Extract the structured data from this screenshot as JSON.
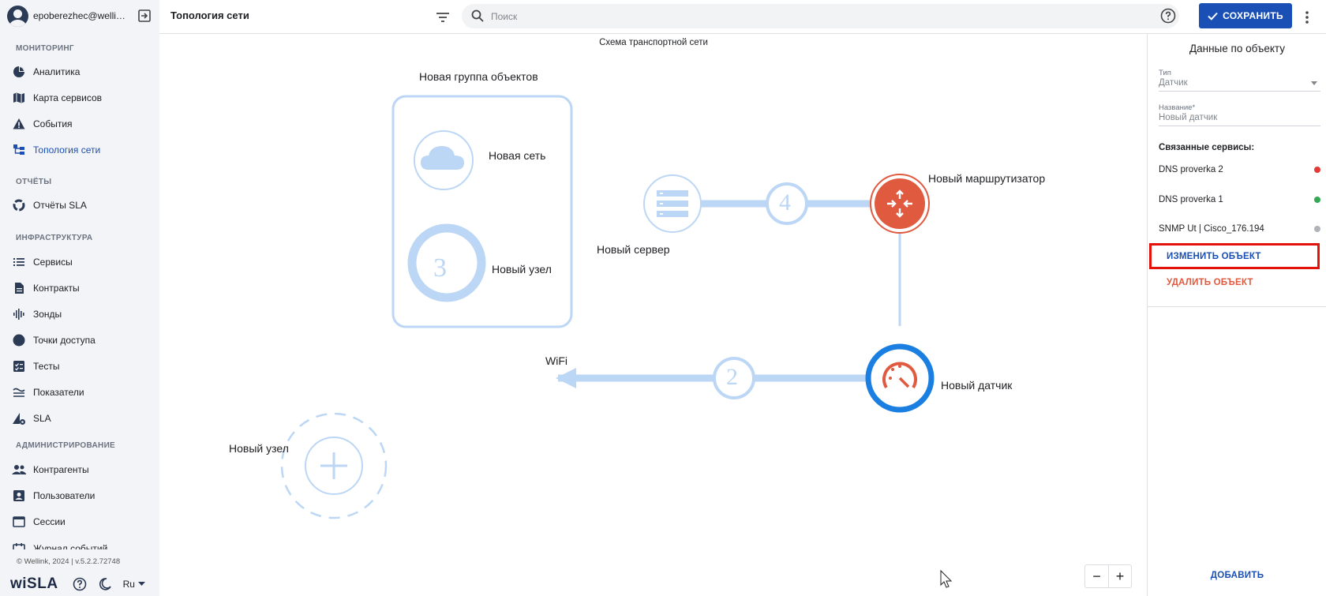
{
  "user": {
    "email": "epoberezhec@wellink.ru"
  },
  "sidebar": {
    "sections": [
      {
        "title": "МОНИТОРИНГ"
      },
      {
        "title": "ОТЧЁТЫ"
      },
      {
        "title": "ИНФРАСТРУКТУРА"
      },
      {
        "title": "АДМИНИСТРИРОВАНИЕ"
      }
    ],
    "items": [
      {
        "label": "Аналитика",
        "icon": "pie-chart-icon"
      },
      {
        "label": "Карта сервисов",
        "icon": "map-icon"
      },
      {
        "label": "События",
        "icon": "warning-icon"
      },
      {
        "label": "Топология сети",
        "icon": "topology-icon",
        "active": true
      },
      {
        "label": "Отчёты SLA",
        "icon": "donut-icon"
      },
      {
        "label": "Сервисы",
        "icon": "list-icon"
      },
      {
        "label": "Контракты",
        "icon": "document-icon"
      },
      {
        "label": "Зонды",
        "icon": "signal-icon"
      },
      {
        "label": "Точки доступа",
        "icon": "circle-icon"
      },
      {
        "label": "Тесты",
        "icon": "checklist-icon"
      },
      {
        "label": "Показатели",
        "icon": "lines-icon"
      },
      {
        "label": "SLA",
        "icon": "sla-gear-icon"
      },
      {
        "label": "Контрагенты",
        "icon": "people-icon"
      },
      {
        "label": "Пользователи",
        "icon": "user-card-icon"
      },
      {
        "label": "Сессии",
        "icon": "window-icon"
      },
      {
        "label": "Журнал событий",
        "icon": "calendar-icon"
      }
    ],
    "copyright": "© Wellink, 2024 | v.5.2.2.72748",
    "brand": "wiSLA",
    "language": "Ru"
  },
  "topbar": {
    "title": "Топология сети",
    "search_placeholder": "Поиск",
    "save_label": "СОХРАНИТЬ"
  },
  "canvas": {
    "title": "Схема транспортной сети",
    "group_label": "Новая группа объектов",
    "nodes": {
      "network": "Новая сеть",
      "group_node": "Новый узел",
      "group_node_count": "3",
      "server": "Новый сервер",
      "router": "Новый маршрутизатор",
      "sensor": "Новый датчик",
      "wifi": "WiFi",
      "new_node": "Новый узел"
    },
    "links": {
      "server_router_count": "4",
      "sensor_wifi_count": "2"
    },
    "zoom": {
      "minus": "−",
      "plus": "+"
    }
  },
  "panel": {
    "title": "Данные по объекту",
    "type_label": "Тип",
    "type_value": "Датчик",
    "name_label": "Название*",
    "name_value": "Новый датчик",
    "services_label": "Связанные сервисы:",
    "services": [
      {
        "name": "DNS proverka 2",
        "status_color": "#e53935"
      },
      {
        "name": "DNS proverka 1",
        "status_color": "#34a853"
      },
      {
        "name": "SNMP Ut | Cisco_176.194",
        "status_color": "#b0b3b8"
      }
    ],
    "edit_label": "ИЗМЕНИТЬ ОБЪЕКТ",
    "delete_label": "УДАЛИТЬ ОБЪЕКТ",
    "add_label": "ДОБАВИТЬ"
  },
  "colors": {
    "accent": "#1a4fb5",
    "danger": "#e53935",
    "node_light": "#bcd6f5",
    "node_blue": "#1a7fe0",
    "highlight": "#e3120b"
  }
}
